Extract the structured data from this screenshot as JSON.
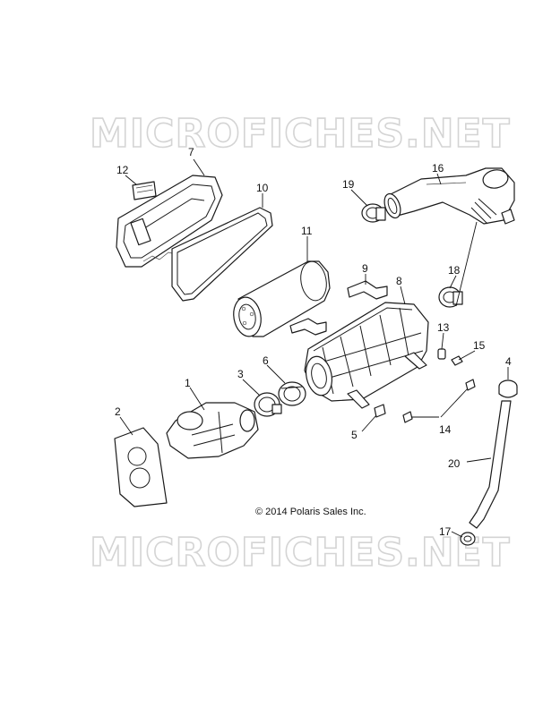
{
  "watermark": {
    "text_top": "MICROFICHES.NET",
    "text_bottom": "MICROFICHES.NET"
  },
  "copyright": "© 2014 Polaris Sales Inc.",
  "callouts": [
    {
      "id": "1",
      "label": "1"
    },
    {
      "id": "2",
      "label": "2"
    },
    {
      "id": "3",
      "label": "3"
    },
    {
      "id": "4",
      "label": "4"
    },
    {
      "id": "5",
      "label": "5"
    },
    {
      "id": "6",
      "label": "6"
    },
    {
      "id": "7",
      "label": "7"
    },
    {
      "id": "8",
      "label": "8"
    },
    {
      "id": "9",
      "label": "9"
    },
    {
      "id": "10",
      "label": "10"
    },
    {
      "id": "11",
      "label": "11"
    },
    {
      "id": "12",
      "label": "12"
    },
    {
      "id": "13",
      "label": "13"
    },
    {
      "id": "14",
      "label": "14"
    },
    {
      "id": "15",
      "label": "15"
    },
    {
      "id": "16",
      "label": "16"
    },
    {
      "id": "17",
      "label": "17"
    },
    {
      "id": "18",
      "label": "18"
    },
    {
      "id": "19",
      "label": "19"
    },
    {
      "id": "20",
      "label": "20"
    }
  ]
}
